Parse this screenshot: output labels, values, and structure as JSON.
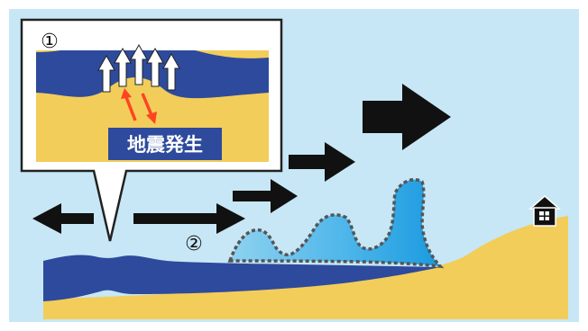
{
  "inset": {
    "step_number": "①",
    "caption": "地震発生"
  },
  "main": {
    "step_number": "②"
  },
  "colors": {
    "sky": "#c7e7f6",
    "sea": "#2e4a9c",
    "sand": "#f2cd5a",
    "wave_light": "#6ac3ea",
    "wave_dark": "#1f9fe0",
    "caption_bg": "#2e4a9c",
    "arrow_black": "#111111",
    "arrow_red": "#ff4422"
  },
  "icons": {
    "house": "house-icon"
  }
}
